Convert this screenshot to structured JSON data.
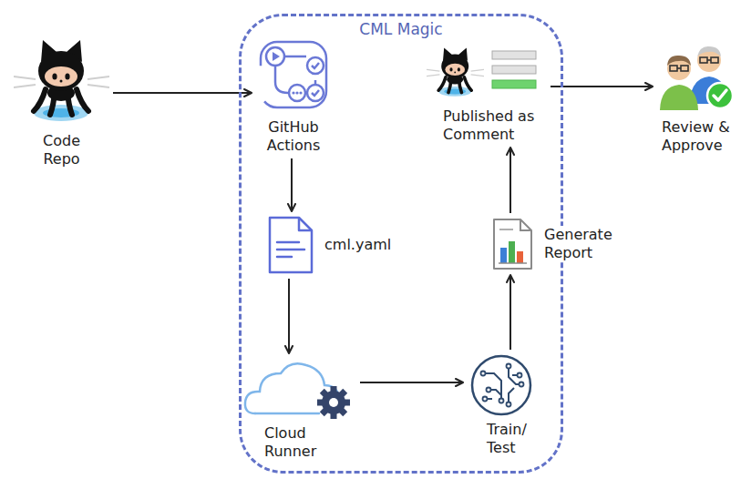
{
  "diagram": {
    "nodes": [
      {
        "text": [
          "Code Repo"
        ]
      },
      {
        "text": [
          "CML Magic"
        ]
      },
      {
        "text": [
          "GitHub Actions"
        ],
        "in": 1
      },
      {
        "text": [
          "cml.yaml"
        ],
        "in": 1
      },
      {
        "text": [
          "Cloud Runner"
        ],
        "in": 1
      },
      {
        "text": [
          "Train/ Test"
        ],
        "in": 1
      },
      {
        "text": [
          "Generate Report"
        ],
        "in": 1
      },
      {
        "text": [
          "Published as Comment"
        ],
        "in": 1
      },
      {
        "text": [
          "Review & Approve"
        ]
      }
    ],
    "edges": [
      {
        "from": 0,
        "to": 2,
        "arrow": "to"
      },
      {
        "from": 2,
        "to": 3,
        "arrow": "to"
      },
      {
        "from": 3,
        "to": 4,
        "arrow": "to"
      },
      {
        "from": 4,
        "to": 5,
        "arrow": "to"
      },
      {
        "from": 5,
        "to": 6,
        "arrow": "to"
      },
      {
        "from": 6,
        "to": 7,
        "arrow": "to"
      },
      {
        "from": 7,
        "to": 8,
        "arrow": "to"
      }
    ]
  }
}
